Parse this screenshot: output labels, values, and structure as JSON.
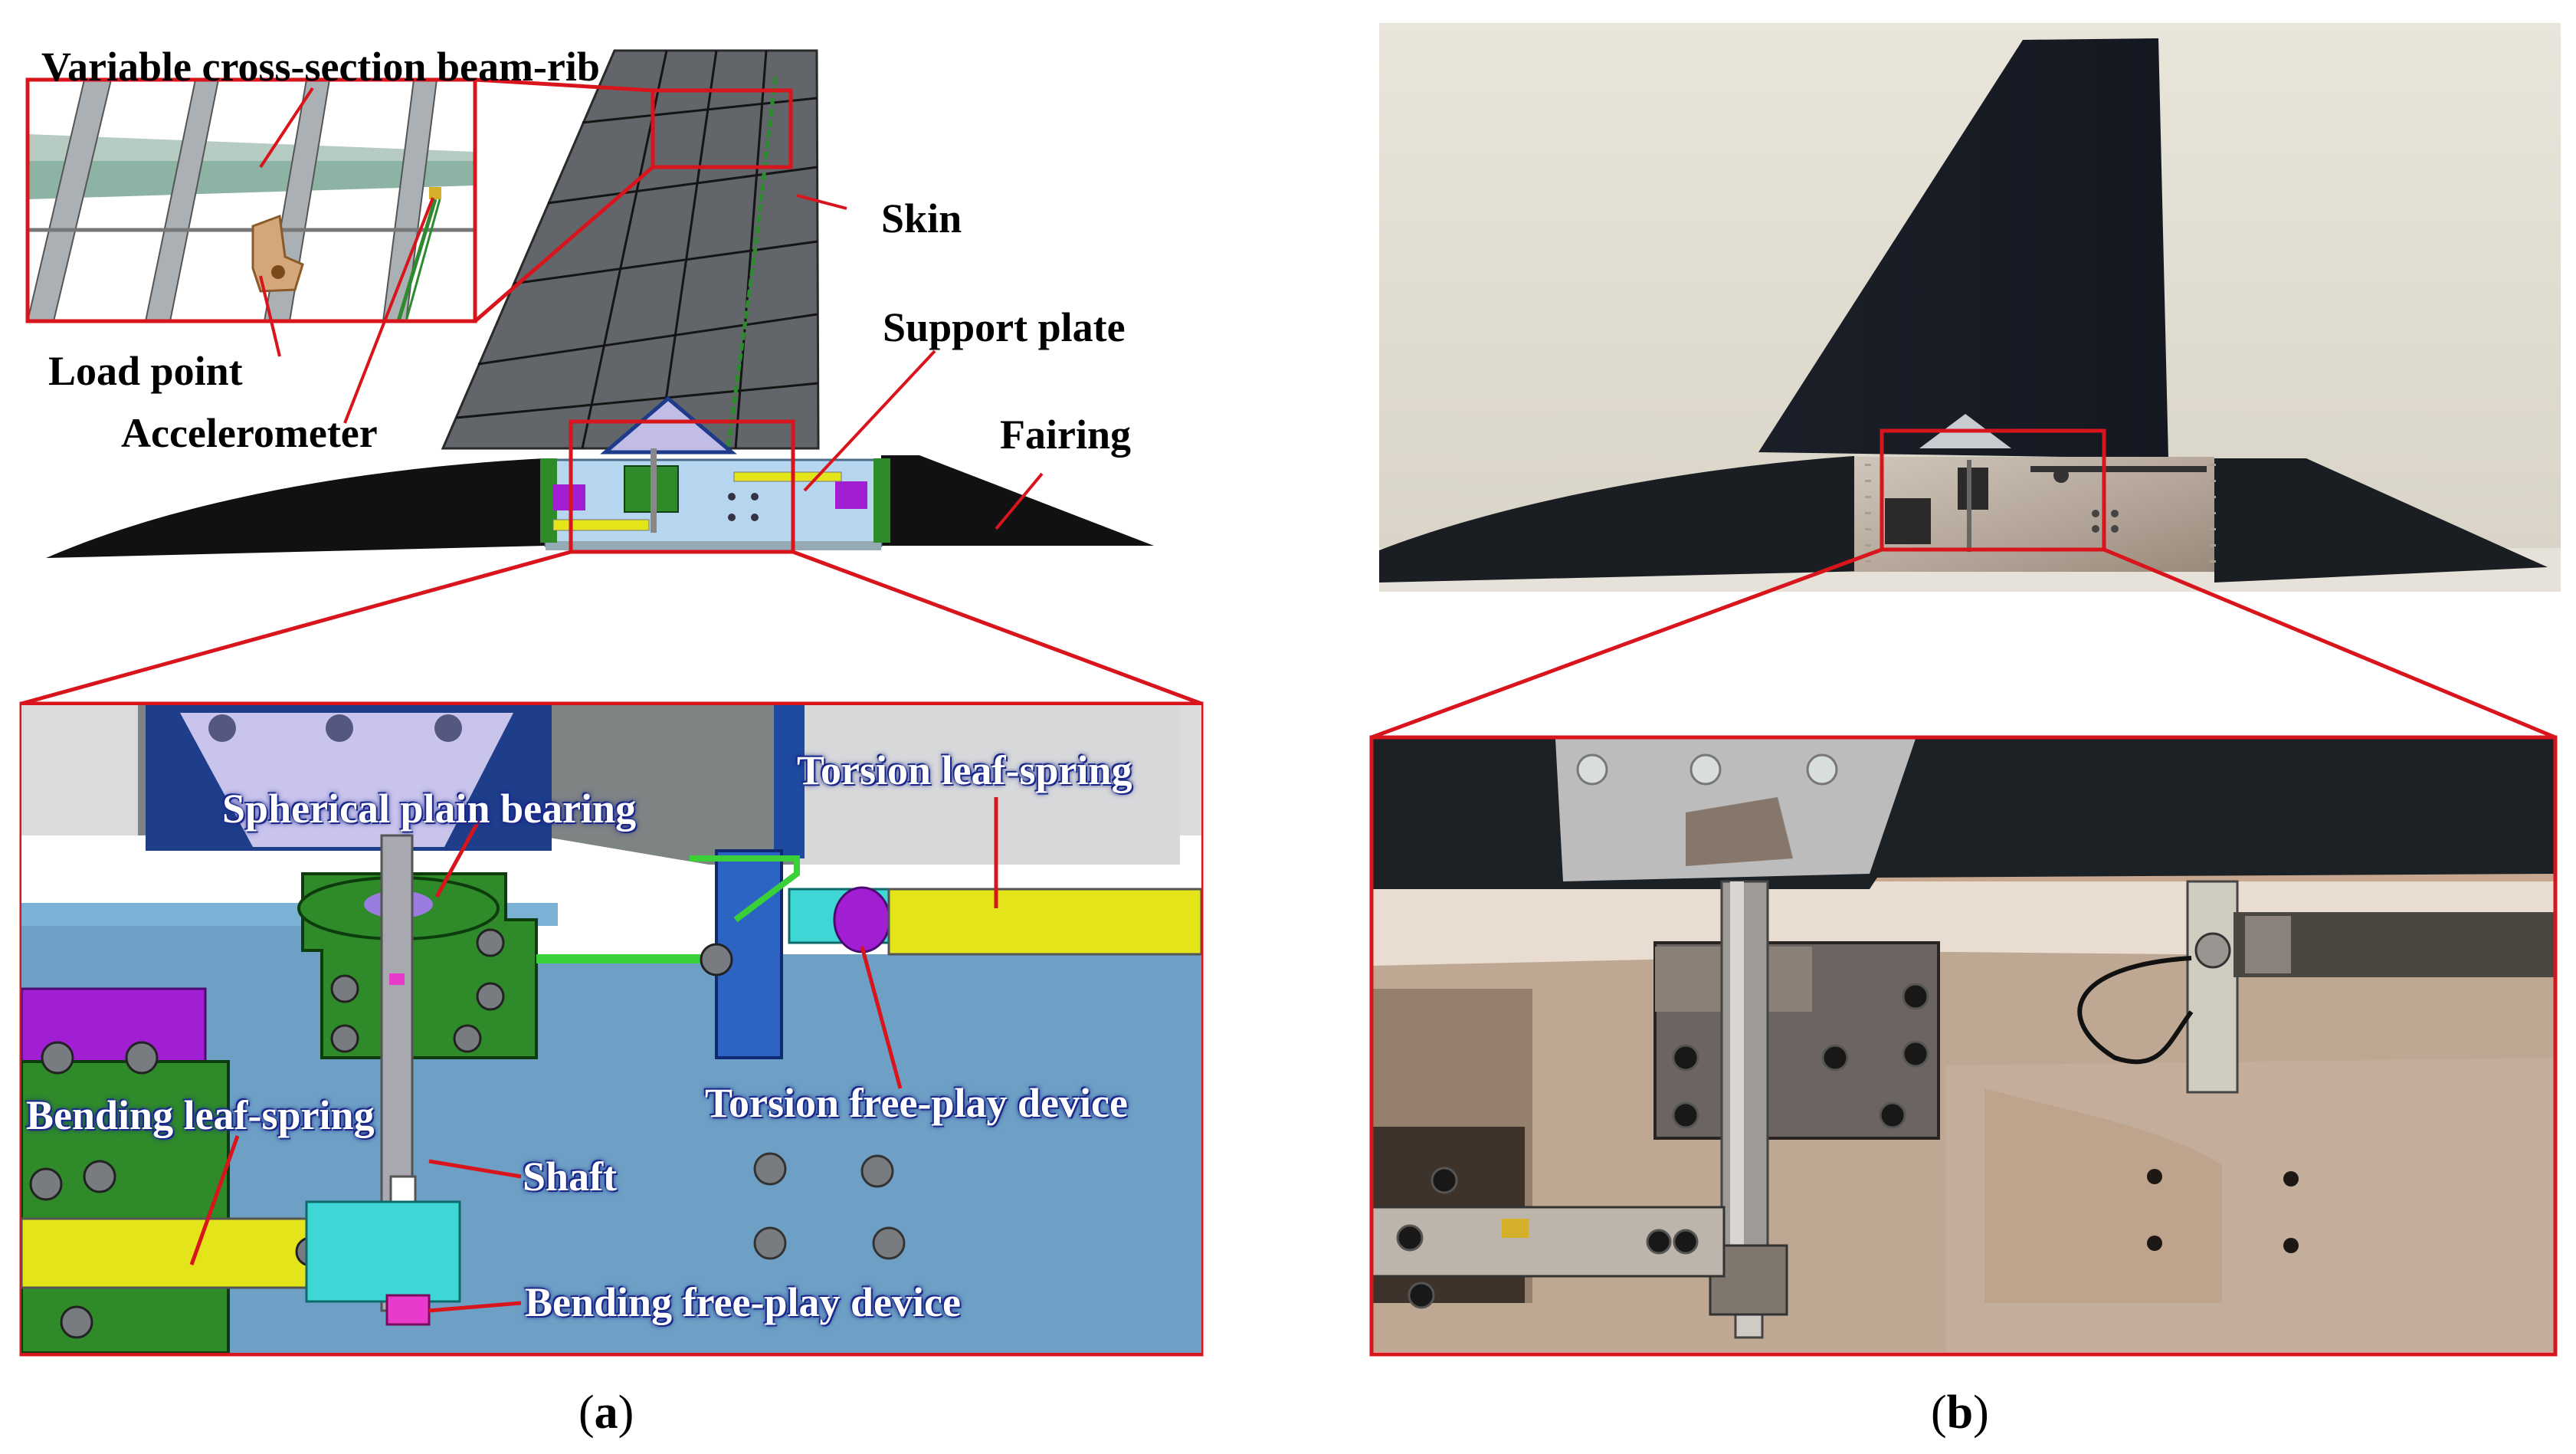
{
  "panel_a": {
    "caption_letter": "a",
    "labels": {
      "beam_rib": "Variable cross-section beam-rib",
      "skin": "Skin",
      "load_point": "Load point",
      "support_plate": "Support plate",
      "accelerometer": "Accelerometer",
      "fairing": "Fairing",
      "spherical_bearing": "Spherical plain bearing",
      "torsion_leaf_spring": "Torsion leaf-spring",
      "torsion_free_play": "Torsion free-play device",
      "bending_leaf_spring": "Bending leaf-spring",
      "shaft": "Shaft",
      "bending_free_play": "Bending free-play device"
    }
  },
  "panel_b": {
    "caption_letter": "b"
  },
  "colors": {
    "highlight_red": "#d8141c",
    "skin_gray": "#5f6366",
    "fairing_black": "#111111",
    "plate_blue": "#6b9fc6",
    "bracket_green": "#2f8a2a",
    "spring_yellow": "#e4e41a",
    "device_purple": "#a21ed2",
    "device_cyan": "#3fd6d6",
    "bearing_pink": "#e83bcb"
  }
}
